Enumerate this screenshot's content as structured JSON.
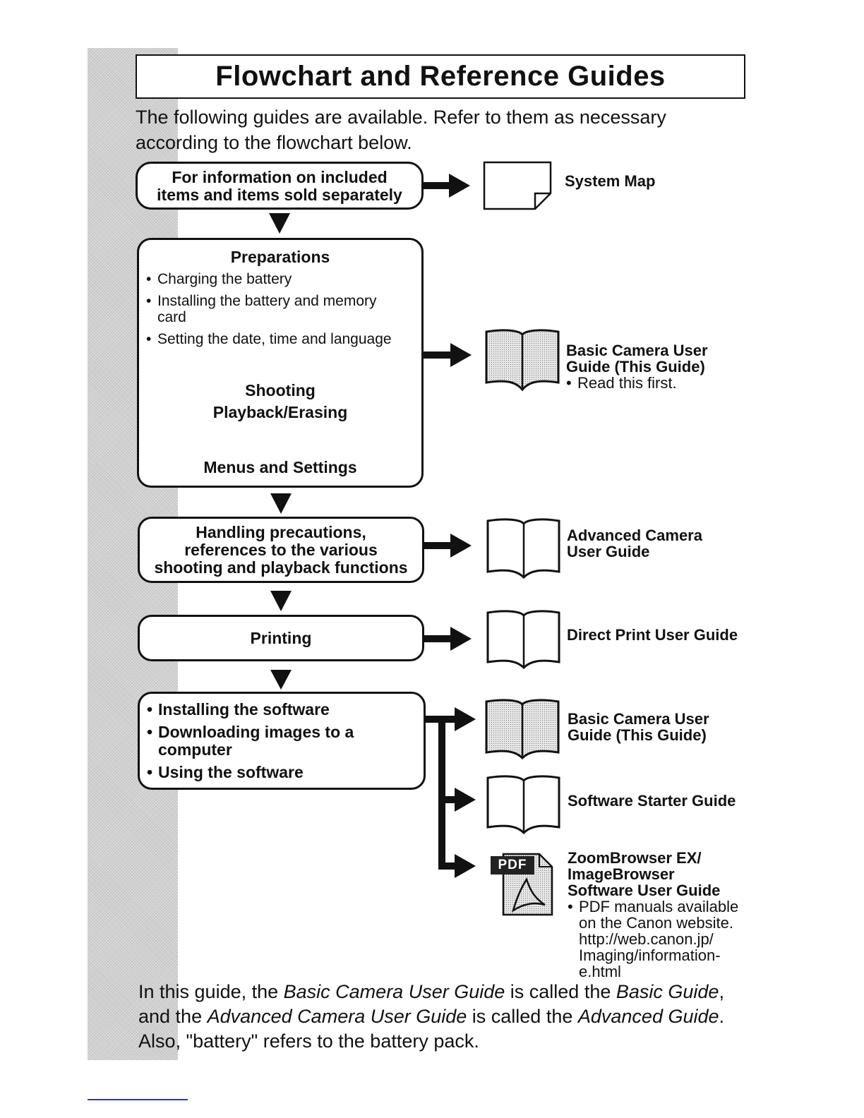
{
  "title": "Flowchart and Reference Guides",
  "intro": {
    "line1": "The following guides are available. Refer to them as necessary",
    "line2": "according to the flowchart below."
  },
  "flow": {
    "included_items": {
      "line1": "For information on included",
      "line2": "items and items sold separately"
    },
    "preparations": {
      "heading": "Preparations",
      "items": [
        "Charging the battery",
        "Installing the battery and memory card",
        "Setting the date, time and language"
      ],
      "shooting": "Shooting",
      "playback": "Playback/Erasing",
      "menus": "Menus and Settings"
    },
    "handling": {
      "line1": "Handling precautions,",
      "line2": "references to the various",
      "line3": "shooting and playback functions"
    },
    "printing": "Printing",
    "software": {
      "items": [
        "Installing the software",
        "Downloading images to a computer",
        "Using the software"
      ]
    }
  },
  "guides": {
    "system_map": {
      "name": "System Map",
      "icon": "document-icon"
    },
    "basic_1": {
      "name_line1": "Basic Camera User",
      "name_line2": "Guide (This Guide)",
      "note": "Read this first.",
      "icon": "book-shaded-icon"
    },
    "advanced": {
      "name_line1": "Advanced Camera",
      "name_line2": "User Guide",
      "icon": "book-icon"
    },
    "direct_print": {
      "name": "Direct Print User Guide",
      "icon": "book-icon"
    },
    "basic_2": {
      "name_line1": "Basic Camera User",
      "name_line2": "Guide (This Guide)",
      "icon": "book-shaded-icon"
    },
    "software_starter": {
      "name": "Software Starter Guide",
      "icon": "book-icon"
    },
    "zoombrowser": {
      "name_line1": "ZoomBrowser EX/",
      "name_line2": "ImageBrowser",
      "name_line3": "Software User Guide",
      "note_line1": "PDF manuals available",
      "note_line2": "on the Canon website.",
      "note_line3": "http://web.canon.jp/",
      "note_line4": "Imaging/information-",
      "note_line5": "e.html",
      "pdf_label": "PDF",
      "icon": "pdf-icon"
    }
  },
  "closing": {
    "l1_a": "In this guide, the ",
    "l1_b": "Basic Camera User Guide",
    "l1_c": " is called the ",
    "l1_d": "Basic Guide",
    "l1_e": ",",
    "l2_a": "and the ",
    "l2_b": "Advanced Camera User Guide",
    "l2_c": " is called the ",
    "l2_d": "Advanced Guide",
    "l2_e": ".",
    "l3": "Also, \"battery\" refers to the battery pack."
  }
}
